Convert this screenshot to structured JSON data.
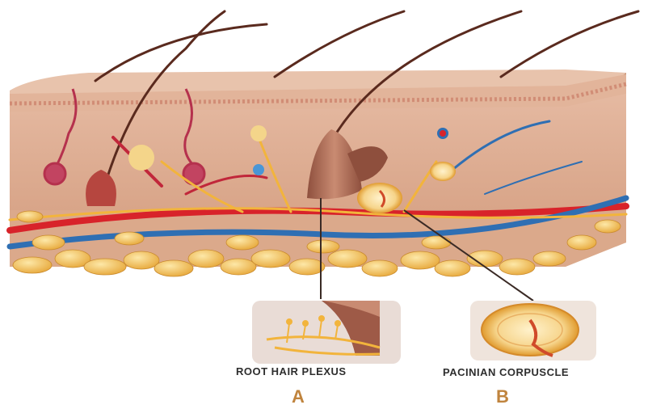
{
  "callouts": {
    "a": {
      "name": "ROOT HAIR PLEXUS",
      "letter": "A"
    },
    "b": {
      "name": "PACINIAN CORPUSCLE",
      "letter": "B"
    }
  },
  "colors": {
    "epidermis": "#e2b49a",
    "dermis": "#d7a487",
    "hair": "#5a2a1e",
    "artery": "#d8232a",
    "vein": "#2f6fb3",
    "nerve": "#f2b43c",
    "fat": "#f0bb46",
    "letter": "#c0843e"
  }
}
